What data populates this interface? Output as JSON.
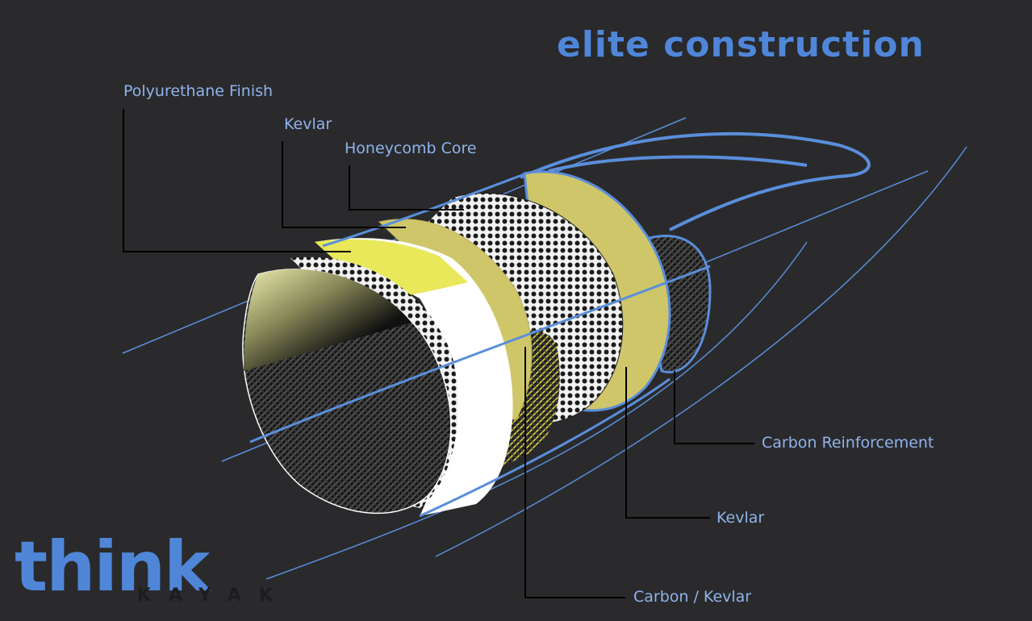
{
  "title": "elite construction",
  "labels": {
    "polyurethane_finish": "Polyurethane Finish",
    "kevlar_top": "Kevlar",
    "honeycomb_core": "Honeycomb Core",
    "carbon_reinforcement": "Carbon Reinforcement",
    "kevlar_bottom": "Kevlar",
    "carbon_kevlar": "Carbon / Kevlar"
  },
  "logo": {
    "main": "think",
    "sub": "KAYAK"
  },
  "colors": {
    "background": "#2a2a2c",
    "accent_blue": "#4f86d8",
    "label_blue": "#8fb3ec",
    "kevlar_yellow": "#cfc66a",
    "bright_yellow": "#e8e85a"
  }
}
